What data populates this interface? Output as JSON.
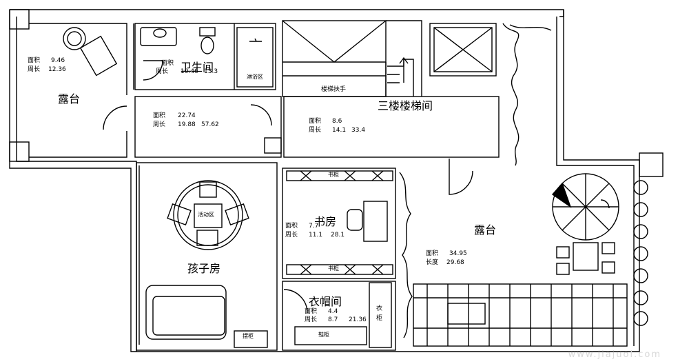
{
  "rooms": {
    "balcony_nw": {
      "name": "露台",
      "area_label": "面积",
      "area": "9.46",
      "perim_label": "周长",
      "perim": "12.36"
    },
    "bathroom": {
      "name": "卫生间",
      "area_label": "面积",
      "area": "10.46",
      "perim_label": "周长",
      "perim": "13.3",
      "shower": "淋浴区"
    },
    "hall": {
      "area_label": "面积",
      "area": "22.74",
      "perim_label": "周长",
      "perim1": "19.88",
      "perim2": "57.62"
    },
    "stair": {
      "name": "三楼楼梯间",
      "handrail": "楼梯扶手",
      "area_label": "面积",
      "area": "8.6",
      "perim_label": "周长",
      "perim1": "14.1",
      "perim2": "33.4"
    },
    "kids": {
      "name": "孩子房",
      "activity": "活动区",
      "cabinet": "摆柜"
    },
    "study": {
      "name": "书房",
      "area_label": "面积",
      "area": "7.7",
      "perim_label": "周长",
      "perim1": "11.1",
      "perim2": "28.1",
      "shelf": "书柜"
    },
    "closet": {
      "name": "衣帽间",
      "area_label": "面积",
      "area": "4.4",
      "perim_label": "周长",
      "perim1": "8.7",
      "perim2": "21.36",
      "cabinet": "鞋柜",
      "wardrobe_a": "衣",
      "wardrobe_b": "柜"
    },
    "balcony_e": {
      "name": "露台",
      "area_label": "面积",
      "area": "34.95",
      "len_label": "长度",
      "len": "29.68"
    }
  },
  "watermark": "www.jiajuol.com"
}
